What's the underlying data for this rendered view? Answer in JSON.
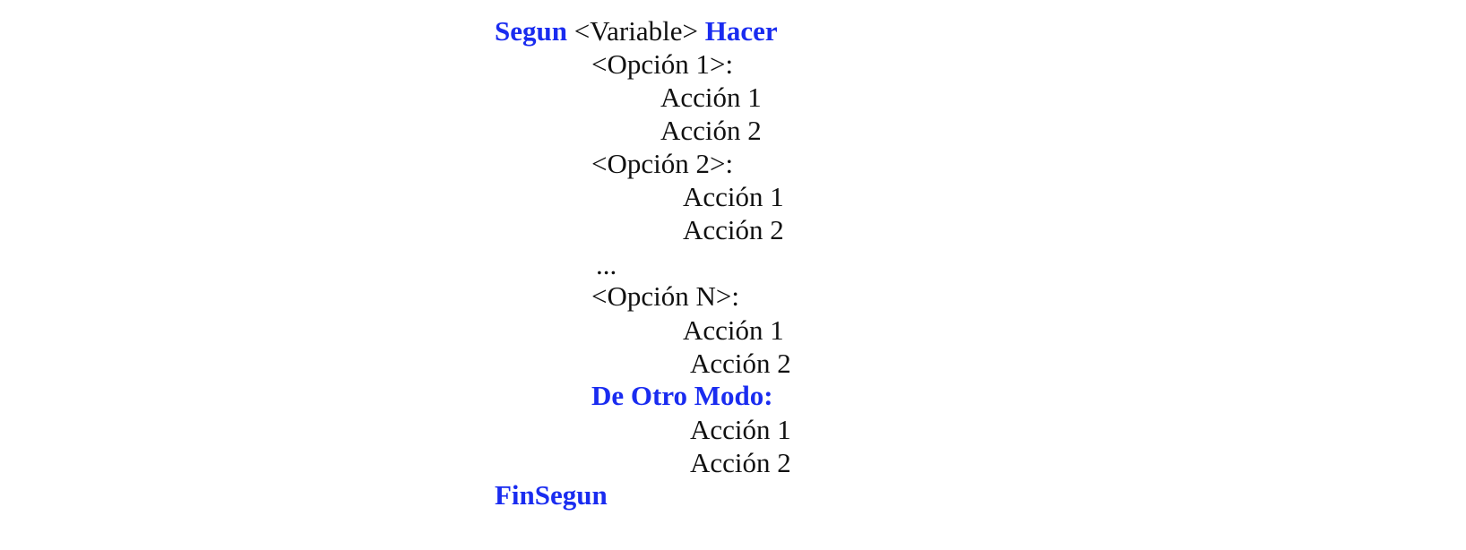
{
  "pseudocode": {
    "header": {
      "keyword_start": "Segun",
      "variable": "<Variable>",
      "keyword_do": "Hacer"
    },
    "option1": {
      "label": "<Opción 1>:",
      "action1": "Acción 1",
      "action2": "Acción 2"
    },
    "option2": {
      "label": "<Opción 2>:",
      "action1": "Acción 1",
      "action2": "Acción 2"
    },
    "ellipsis": "...",
    "optionN": {
      "label": "<Opción N>:",
      "action1": "Acción 1",
      "action2": "Acción 2"
    },
    "otherwise": {
      "label": "De Otro Modo:",
      "action1": "Acción 1",
      "action2": "Acción 2"
    },
    "footer": {
      "keyword_end": "FinSegun"
    },
    "colors": {
      "keyword": "#1a2cf0",
      "text": "#111111"
    }
  }
}
